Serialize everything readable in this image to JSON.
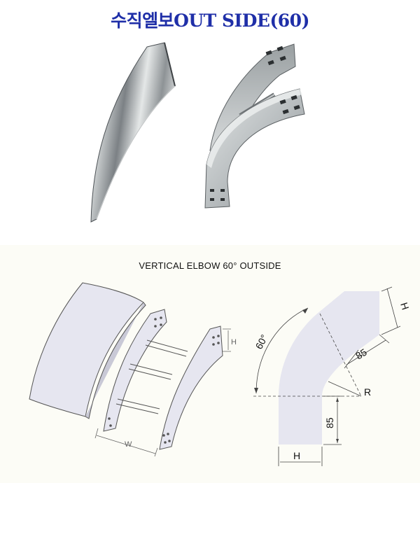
{
  "header": {
    "title": "수직엘보OUT SIDE(60)"
  },
  "drawing": {
    "title": "VERTICAL ELBOW 60° OUTSIDE",
    "labels": {
      "height": "H",
      "width": "W",
      "angle": "60°",
      "radius": "R",
      "leg_top": "85",
      "leg_bottom": "85",
      "height_bottom": "H",
      "height_top": "H"
    }
  },
  "colors": {
    "title": "#1f2fa8",
    "panel_fill": "#e6e6f0",
    "panel_bg": "#fcfcf6",
    "steel_dark": "#6a6f72",
    "steel_light": "#d9dcdc"
  }
}
